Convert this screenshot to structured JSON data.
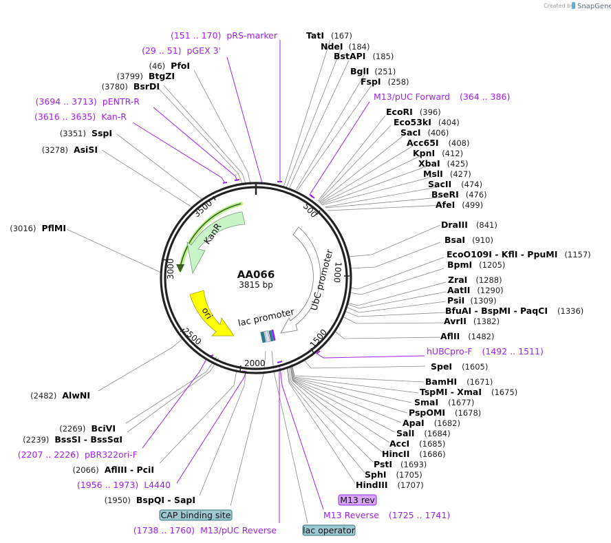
{
  "credit": {
    "prefix": "Created by",
    "brand": "SnapGene"
  },
  "plasmid": {
    "name": "AA066",
    "length_label": "3815 bp",
    "length": 3815
  },
  "ticks": [
    {
      "label": "500",
      "bp": 500
    },
    {
      "label": "1000",
      "bp": 1000
    },
    {
      "label": "1500",
      "bp": 1500
    },
    {
      "label": "2000",
      "bp": 2000
    },
    {
      "label": "2500",
      "bp": 2500
    },
    {
      "label": "3000",
      "bp": 3000
    },
    {
      "label": "3500",
      "bp": 3500
    }
  ],
  "features": [
    {
      "name": "KanR",
      "color": "#c8f5c8",
      "start": 2980,
      "end": 3630,
      "direction": "reverse"
    },
    {
      "name": "ori",
      "color": "#ffff00",
      "start": 2240,
      "end": 2650,
      "direction": "reverse"
    },
    {
      "name": "UbC promoter",
      "color": "#ffffff",
      "start": 570,
      "end": 1450,
      "direction": "forward"
    },
    {
      "name": "lac promoter",
      "color": "#ffffff"
    },
    {
      "name": "CAP binding site",
      "color": "#9ec8d0"
    },
    {
      "name": "lac operator",
      "color": "#9ec8d0"
    },
    {
      "name": "M13 rev",
      "color": "#d9a6f5"
    }
  ],
  "enzymes_right": [
    {
      "name": "TatI",
      "pos": "(167)"
    },
    {
      "name": "NdeI",
      "pos": "(184)"
    },
    {
      "name": "BstAPI",
      "pos": "(185)"
    },
    {
      "name": "BglI",
      "pos": "(251)"
    },
    {
      "name": "FspI",
      "pos": "(258)"
    },
    {
      "name": "EcoRI",
      "pos": "(396)"
    },
    {
      "name": "Eco53kI",
      "pos": "(404)"
    },
    {
      "name": "SacI",
      "pos": "(406)"
    },
    {
      "name": "Acc65I",
      "pos": "(408)"
    },
    {
      "name": "KpnI",
      "pos": "(412)"
    },
    {
      "name": "XbaI",
      "pos": "(425)"
    },
    {
      "name": "MslI",
      "pos": "(427)"
    },
    {
      "name": "SacII",
      "pos": "(474)"
    },
    {
      "name": "BseRI",
      "pos": "(476)"
    },
    {
      "name": "AfeI",
      "pos": "(499)"
    },
    {
      "name": "DraIII",
      "pos": "(841)"
    },
    {
      "name": "BsaI",
      "pos": "(910)"
    },
    {
      "name": "EcoO109I - KflI - PpuMI",
      "pos": "(1157)"
    },
    {
      "name": "BpmI",
      "pos": "(1205)"
    },
    {
      "name": "ZraI",
      "pos": "(1288)"
    },
    {
      "name": "AatII",
      "pos": "(1290)"
    },
    {
      "name": "PsiI",
      "pos": "(1309)"
    },
    {
      "name": "BfuAI - BspMI - PaqCI",
      "pos": "(1336)"
    },
    {
      "name": "AvrII",
      "pos": "(1382)"
    },
    {
      "name": "AflII",
      "pos": "(1482)"
    },
    {
      "name": "SpeI",
      "pos": "(1605)"
    },
    {
      "name": "BamHI",
      "pos": "(1671)"
    },
    {
      "name": "TspMI - XmaI",
      "pos": "(1675)"
    },
    {
      "name": "SmaI",
      "pos": "(1677)"
    },
    {
      "name": "PspOMI",
      "pos": "(1678)"
    },
    {
      "name": "ApaI",
      "pos": "(1682)"
    },
    {
      "name": "SalI",
      "pos": "(1684)"
    },
    {
      "name": "AccI",
      "pos": "(1685)"
    },
    {
      "name": "HincII",
      "pos": "(1686)"
    },
    {
      "name": "PstI",
      "pos": "(1693)"
    },
    {
      "name": "SphI",
      "pos": "(1705)"
    },
    {
      "name": "HindIII",
      "pos": "(1707)"
    }
  ],
  "enzymes_left": [
    {
      "name": "PfoI",
      "pos": "(46)"
    },
    {
      "name": "BtgZI",
      "pos": "(3799)"
    },
    {
      "name": "BsrDI",
      "pos": "(3780)"
    },
    {
      "name": "SspI",
      "pos": "(3351)"
    },
    {
      "name": "AsiSI",
      "pos": "(3278)"
    },
    {
      "name": "PflMI",
      "pos": "(3016)"
    },
    {
      "name": "AlwNI",
      "pos": "(2482)"
    },
    {
      "name": "BciVI",
      "pos": "(2269)"
    },
    {
      "name": "BssSI - BssSαI",
      "pos": "(2239)"
    },
    {
      "name": "AflIII - PciI",
      "pos": "(2066)"
    },
    {
      "name": "BspQI - SapI",
      "pos": "(1950)"
    }
  ],
  "primers": [
    {
      "name": "pRS-marker",
      "range": "(151 .. 170)"
    },
    {
      "name": "pGEX 3'",
      "range": "(29 .. 51)"
    },
    {
      "name": "pENTR-R",
      "range": "(3694 .. 3713)"
    },
    {
      "name": "Kan-R",
      "range": "(3616 .. 3635)"
    },
    {
      "name": "M13/pUC Forward",
      "range": "(364 .. 386)"
    },
    {
      "name": "hUBCpro-F",
      "range": "(1492 .. 1511)"
    },
    {
      "name": "pBR322ori-F",
      "range": "(2207 .. 2226)"
    },
    {
      "name": "L4440",
      "range": "(1956 .. 1973)"
    },
    {
      "name": "M13 Reverse",
      "range": "(1725 .. 1741)"
    },
    {
      "name": "M13/pUC Reverse",
      "range": "(1738 .. 1760)"
    }
  ],
  "colors": {
    "backbone": "#222222",
    "primer": "#a020f0",
    "enzyme_line": "#888888",
    "kanr": "#c8f5c8",
    "kanr_orf": "#b8f08c",
    "ori": "#ffff00",
    "feature_box": "#9ec8d0",
    "m13rev_box": "#d9a6f5"
  }
}
